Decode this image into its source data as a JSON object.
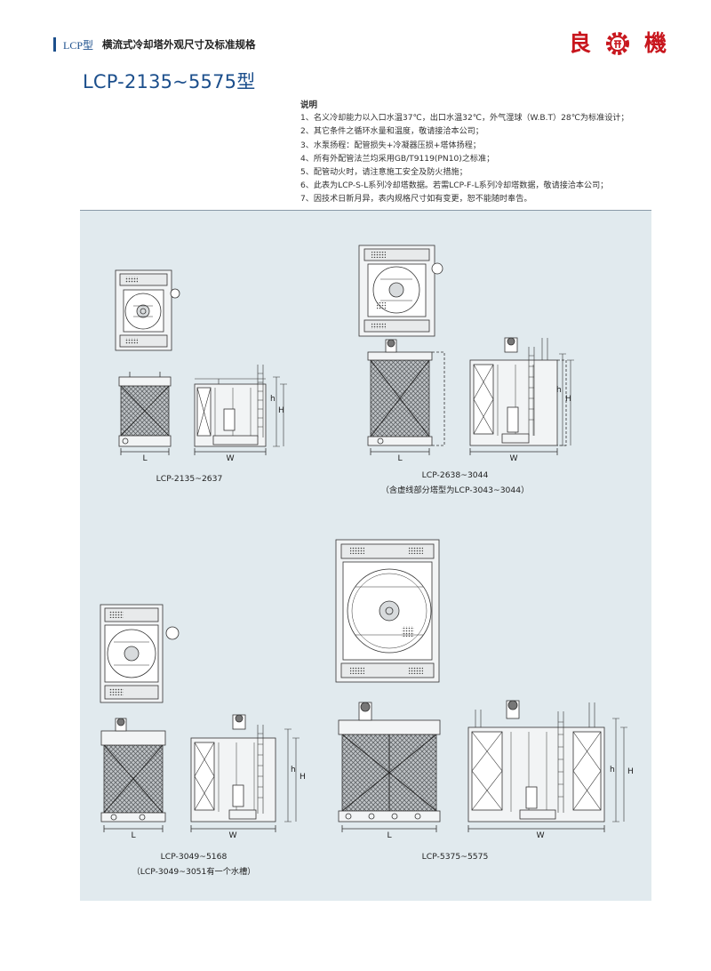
{
  "header": {
    "series_code": "LCP型",
    "title": "横流式冷却塔外观尺寸及标准规格",
    "logo_left_char": "良",
    "logo_right_char": "機"
  },
  "model_title": "LCP-2135~5575型",
  "notes": {
    "heading": "说明",
    "items": [
      "1、名义冷却能力以入口水温37℃，出口水温32℃，外气湿球（W.B.T）28℃为标准设计；",
      "2、其它条件之循环水量和温度，敬请接洽本公司；",
      "3、水泵扬程：配管损失+冷凝器压损+塔体扬程；",
      "4、所有外配管法兰均采用GB/T9119(PN10)之标准；",
      "5、配管动火时，请注意施工安全及防火措施；",
      "6、此表为LCP-S-L系列冷却塔数据。若需LCP-F-L系列冷却塔数据，敬请接洽本公司；",
      "7、因技术日新月异，表内规格尺寸如有变更，恕不能随时奉告。"
    ]
  },
  "dimension_letters": {
    "length": "L",
    "width": "W",
    "height": "H",
    "small_height": "h"
  },
  "drawings": [
    {
      "caption": "LCP-2135~2637",
      "subcaption": ""
    },
    {
      "caption": "LCP-2638~3044",
      "subcaption": "（含虚线部分塔型为LCP-3043~3044）"
    },
    {
      "caption": "LCP-3049~5168",
      "subcaption": "（LCP-3049~3051有一个水槽）"
    },
    {
      "caption": "LCP-5375~5575",
      "subcaption": ""
    }
  ],
  "colors": {
    "brand_blue": "#1c4f8c",
    "logo_red": "#c8161d",
    "panel_bg": "#e1eaee"
  }
}
